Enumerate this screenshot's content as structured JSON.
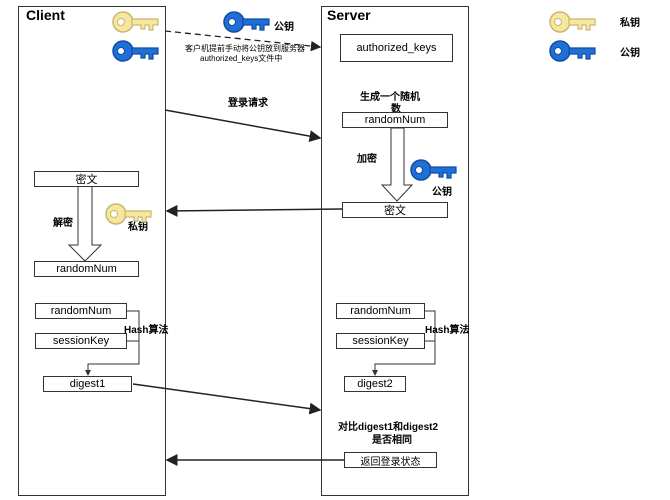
{
  "legend": {
    "private_key_label": "私钥",
    "public_key_label": "公钥",
    "private_key_color": "#f5e7a0",
    "public_key_color": "#1f6fd6"
  },
  "client": {
    "title": "Client",
    "ciphertext": "密文",
    "decrypt_label": "解密",
    "private_key_label": "私钥",
    "random_num": "randomNum",
    "random_num_2": "randomNum",
    "session_key": "sessionKey",
    "hash_label": "Hash算法",
    "digest": "digest1"
  },
  "server": {
    "title": "Server",
    "authorized_keys": "authorized_keys",
    "generate_label_1": "生成一个随机",
    "generate_label_2": "数",
    "random_num": "randomNum",
    "encrypt_label": "加密",
    "public_key_label": "公钥",
    "ciphertext": "密文",
    "random_num_2": "randomNum",
    "session_key": "sessionKey",
    "hash_label": "Hash算法",
    "digest": "digest2",
    "compare_label_1": "对比digest1和digest2",
    "compare_label_2": "是否相同",
    "return_status": "返回登录状态"
  },
  "flows": {
    "public_key_label": "公钥",
    "upload_note_1": "客户机提前手动将公钥放到服务器",
    "upload_note_2": "authorized_keys文件中",
    "login_request": "登录请求"
  }
}
